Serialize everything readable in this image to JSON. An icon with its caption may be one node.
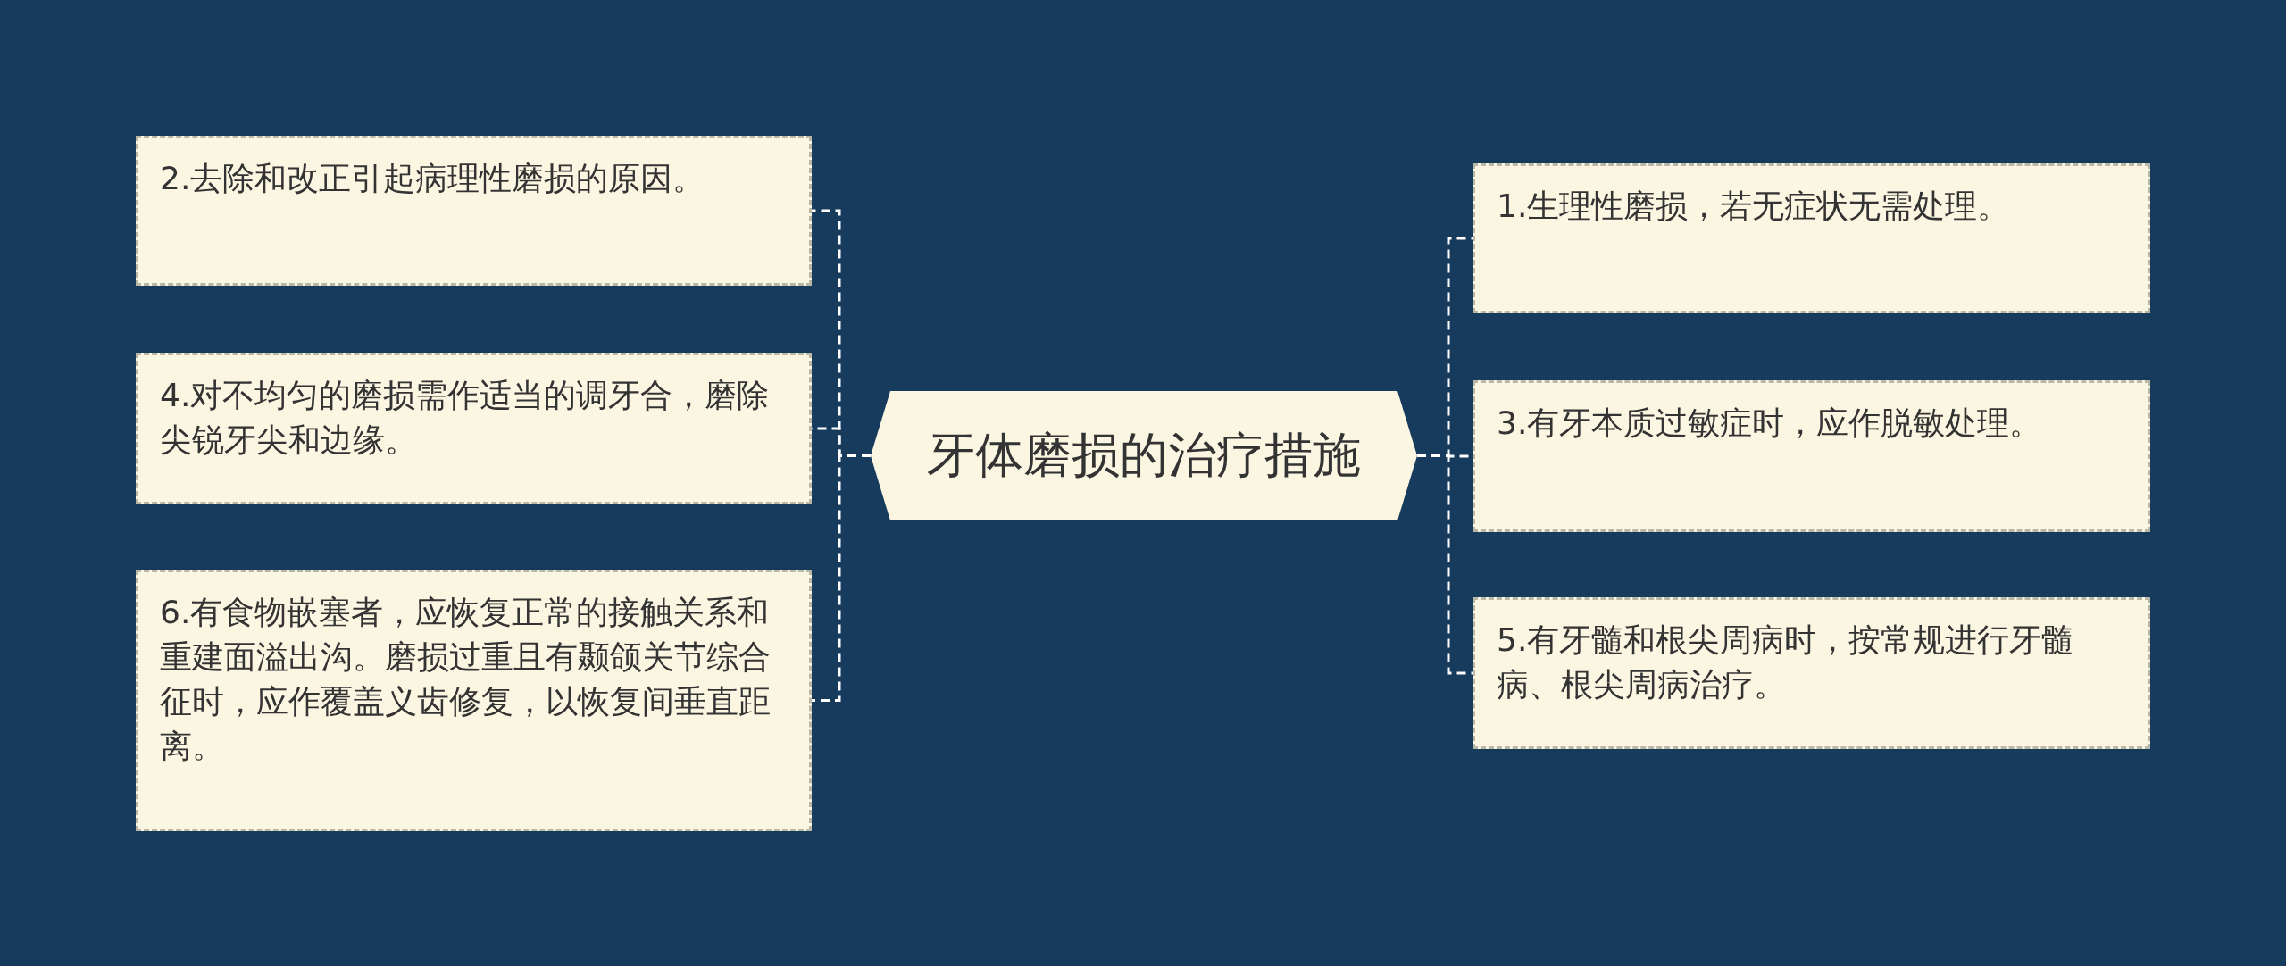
{
  "diagram": {
    "nodes": [
      {
        "text": [
          "牙体磨损的治疗措施"
        ]
      },
      {
        "text": [
          "2.去除和改正引起病理性磨损的原因。"
        ]
      },
      {
        "text": [
          "4.对不均匀的磨损需作适当的调牙合，磨除尖锐牙尖和边缘。"
        ]
      },
      {
        "text": [
          "6.有食物嵌塞者，应恢复正常的接触关系和重建面溢出沟。磨损过重且有颞颌关节综合征时，应作覆盖义齿修复，以恢复间垂直距离。"
        ]
      },
      {
        "text": [
          "1.生理性磨损，若无症状无需处理。"
        ]
      },
      {
        "text": [
          "3.有牙本质过敏症时，应作脱敏处理。"
        ]
      },
      {
        "text": [
          "5.有牙髓和根尖周病时，按常规进行牙髓病、根尖周病治疗。"
        ]
      }
    ],
    "edges": [
      {
        "from": 0,
        "to": 1,
        "arrow": "none",
        "style": "dashed"
      },
      {
        "from": 0,
        "to": 2,
        "arrow": "none",
        "style": "dashed"
      },
      {
        "from": 0,
        "to": 3,
        "arrow": "none",
        "style": "dashed"
      },
      {
        "from": 0,
        "to": 4,
        "arrow": "none",
        "style": "dashed"
      },
      {
        "from": 0,
        "to": 5,
        "arrow": "none",
        "style": "dashed"
      },
      {
        "from": 0,
        "to": 6,
        "arrow": "none",
        "style": "dashed"
      }
    ]
  }
}
